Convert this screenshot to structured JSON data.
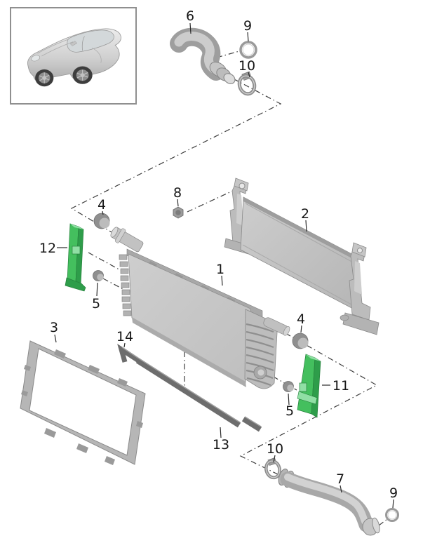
{
  "page": {
    "background": "#ffffff"
  },
  "thumbnail": {
    "icon": "porsche-911-carrera-three-quarter-view"
  },
  "colors": {
    "highlight": "#44bf5e",
    "highlight_dark": "#2e9d4a",
    "highlight_pale": "#90dfa4",
    "part_gray": "#c3c3c3",
    "line": "#3c3c3c",
    "label": "#161616"
  },
  "callouts": {
    "c1": "1",
    "c2": "2",
    "c3": "3",
    "c4": "4",
    "c5": "5",
    "c6": "6",
    "c7": "7",
    "c8": "8",
    "c9": "9",
    "c10": "10",
    "c11": "11",
    "c12": "12",
    "c13": "13",
    "c14": "14"
  }
}
